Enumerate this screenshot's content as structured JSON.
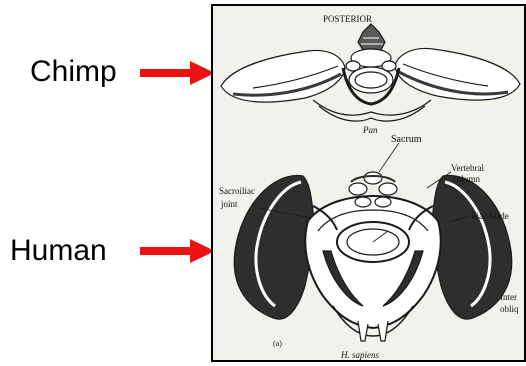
{
  "labels": {
    "chimp": "Chimp",
    "human": "Human"
  },
  "figure": {
    "header": "POSTERIOR",
    "pan_caption": "Pan",
    "sapiens_caption": "H. sapiens",
    "panel_letter": "(a)",
    "annotations": {
      "sacrum": "Sacrum",
      "vertebral_line1": "Vertebral",
      "vertebral_line2": "column",
      "sacroiliac_line1": "Sacroiliac",
      "sacroiliac_line2": "joint",
      "iliac_blade": "Iliac blade",
      "internal_line1": "Inter",
      "internal_line2": "obliq"
    }
  },
  "colors": {
    "arrow": "#ee1111",
    "bone_outline": "#1a1a1a",
    "bone_fill": "#ffffff",
    "shading": "#3a3a3a",
    "background": "#f2f1ec"
  }
}
